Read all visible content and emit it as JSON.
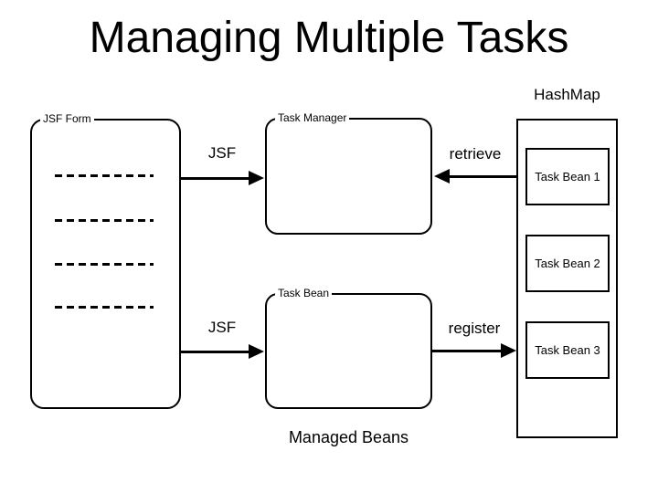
{
  "title": "Managing Multiple Tasks",
  "colors": {
    "ink": "#000000",
    "background": "#ffffff"
  },
  "diagram": {
    "jsf_form": {
      "label": "JSF Form",
      "field_lines": 4
    },
    "task_manager": {
      "label": "Task Manager"
    },
    "task_bean": {
      "label": "Task Bean"
    },
    "managed_beans_caption": "Managed Beans",
    "hashmap": {
      "label": "HashMap",
      "items": [
        {
          "label": "Task Bean 1"
        },
        {
          "label": "Task Bean 2"
        },
        {
          "label": "Task Bean 3"
        }
      ]
    },
    "arrows": [
      {
        "label": "JSF",
        "from": "JSF Form",
        "to": "Task Manager",
        "direction": "right"
      },
      {
        "label": "retrieve",
        "from": "HashMap",
        "to": "Task Manager",
        "direction": "left"
      },
      {
        "label": "JSF",
        "from": "JSF Form",
        "to": "Task Bean",
        "direction": "right"
      },
      {
        "label": "register",
        "from": "Task Bean",
        "to": "HashMap",
        "direction": "right"
      }
    ]
  }
}
